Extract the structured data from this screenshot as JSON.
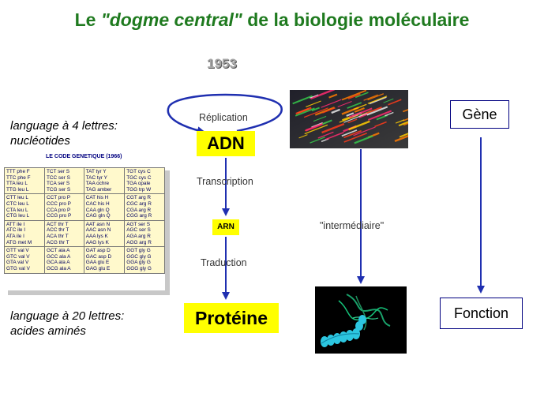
{
  "title": {
    "prefix": "Le ",
    "italic": "\"dogme central\"",
    "suffix": " de la biologie moléculaire"
  },
  "year": "1953",
  "notes": {
    "four_letters_line1": "language à 4 lettres:",
    "four_letters_line2": "nucléotides",
    "twenty_letters_line1": "language à 20 lettres:",
    "twenty_letters_line2": "acides aminés"
  },
  "genetic_code": {
    "title": "LE CODE GENETIQUE (1966)",
    "rows": [
      [
        [
          "TTT phe F",
          "TTC phe F",
          "TTA leu L",
          "TTG leu L"
        ],
        [
          "TCT ser S",
          "TCC ser S",
          "TCA ser S",
          "TCG ser S"
        ],
        [
          "TAT tyr Y",
          "TAC tyr Y",
          "TAA ochre",
          "TAG amber"
        ],
        [
          "TGT cys C",
          "TGC cys C",
          "TGA opale",
          "TGG trp W"
        ]
      ],
      [
        [
          "CTT leu L",
          "CTC leu L",
          "CTA leu L",
          "CTG leu L"
        ],
        [
          "CCT pro P",
          "CCC pro P",
          "CCA pro P",
          "CCG pro P"
        ],
        [
          "CAT his H",
          "CAC his H",
          "CAA gln Q",
          "CAG gln Q"
        ],
        [
          "CGT arg R",
          "CGC arg R",
          "CGA arg R",
          "CGG arg R"
        ]
      ],
      [
        [
          "ATT ile I",
          "ATC ile I",
          "ATA ile I",
          "ATG met M"
        ],
        [
          "ACT thr T",
          "ACC thr T",
          "ACA thr T",
          "ACG thr T"
        ],
        [
          "AAT asn N",
          "AAC asn N",
          "AAA lys K",
          "AAG lys K"
        ],
        [
          "AGT ser S",
          "AGC ser S",
          "AGA arg R",
          "AGG arg R"
        ]
      ],
      [
        [
          "GTT val V",
          "GTC val V",
          "GTA val V",
          "GTG val V"
        ],
        [
          "GCT ala A",
          "GCC ala A",
          "GCA ala A",
          "GCG ala A"
        ],
        [
          "GAT asp D",
          "GAC asp D",
          "GAA glu E",
          "GAG glu E"
        ],
        [
          "GGT gly G",
          "GGC gly G",
          "GGA gly G",
          "GGG gly G"
        ]
      ]
    ]
  },
  "flow": {
    "replication": "Réplication",
    "adn": "ADN",
    "transcription": "Transcription",
    "arn": "ARN",
    "traduction": "Traduction",
    "proteine": "Protéine",
    "intermediaire": "\"intermédiaire\"",
    "gene": "Gène",
    "fonction": "Fonction"
  },
  "colors": {
    "title": "#1f7a1f",
    "arrow": "#1f2fb0",
    "highlight": "#ffff00",
    "table_bg": "#fff9cc"
  }
}
